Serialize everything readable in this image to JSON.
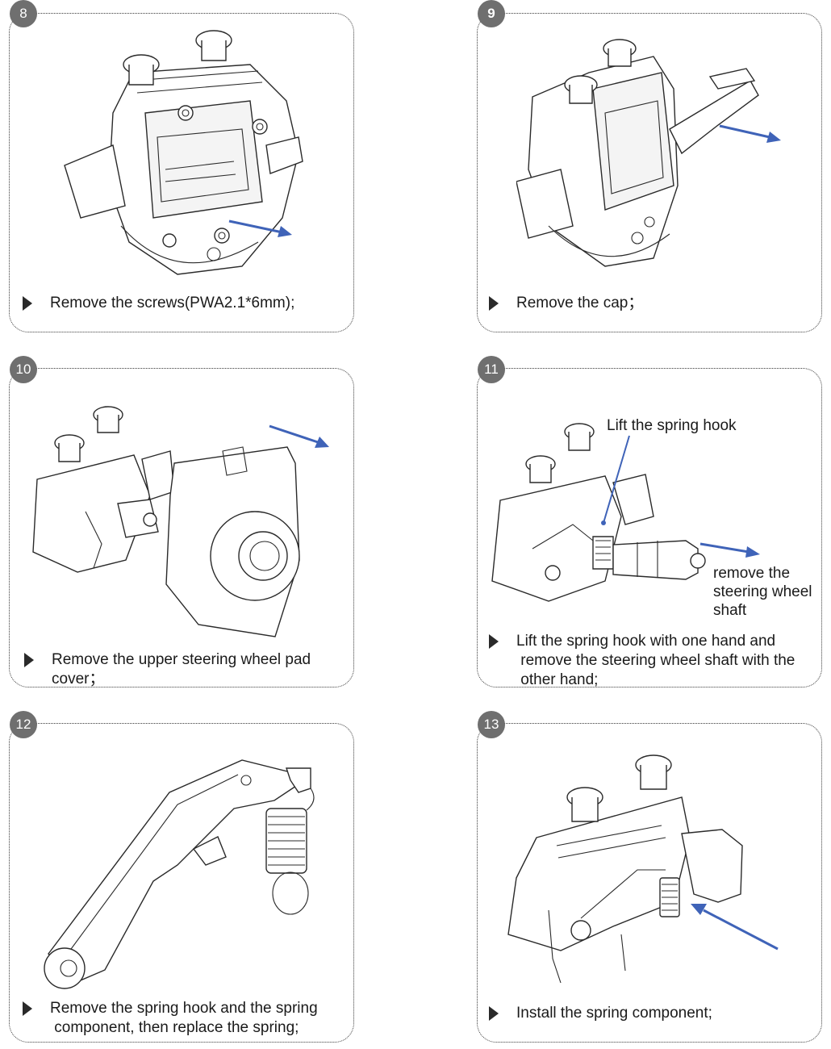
{
  "steps": [
    {
      "number": "8",
      "text": "Remove the screws(PWA2.1*6mm);"
    },
    {
      "number": "9",
      "text": "Remove the cap；"
    },
    {
      "number": "10",
      "text": "Remove the upper steering wheel pad\ncover；"
    },
    {
      "number": "11",
      "text": "Lift the spring hook with one hand and\n remove the steering wheel shaft with the\n other hand;",
      "callouts": {
        "hook": "Lift the spring hook",
        "shaft": "remove the\nsteering wheel\nshaft"
      }
    },
    {
      "number": "12",
      "text": "Remove the spring hook and the spring\n component, then replace the spring;"
    },
    {
      "number": "13",
      "text": "Install the spring component;"
    }
  ],
  "colors": {
    "arrow": "#3f63b8",
    "badge": "#6f6f6f"
  },
  "icons": {
    "bullet": "triangle-right-icon",
    "direction": "blue-arrow-icon"
  }
}
